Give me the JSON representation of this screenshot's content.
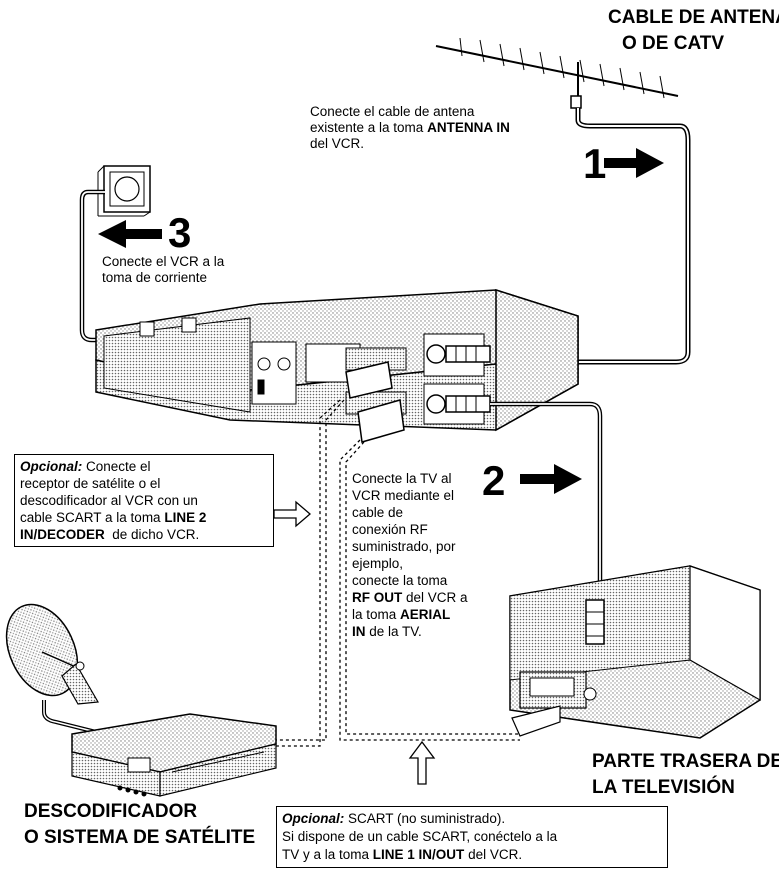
{
  "labels": {
    "antenna_title_line1": "CABLE DE ANTENA",
    "antenna_title_line2": "O DE CATV",
    "tv_title_line1": "PARTE TRASERA DE",
    "tv_title_line2": "LA TELEVISIÓN",
    "decoder_title_line1": "DESCODIFICADOR",
    "decoder_title_line2": "O SISTEMA DE SATÉLITE"
  },
  "steps": [
    {
      "number": "1",
      "text_a": "Conecte el cable de antena",
      "text_b": "existente a la toma ",
      "text_bold": "ANTENNA IN",
      "text_c": "del VCR."
    },
    {
      "number": "2",
      "lines": [
        "Conecte la TV al",
        "VCR mediante el",
        "cable de",
        "conexión RF",
        "suministrado, por",
        "ejemplo,",
        "conecte la toma"
      ],
      "bold_1": "RF OUT",
      "after_1": " del VCR a",
      "before_2": "la toma ",
      "bold_2": "AERIAL",
      "bold_3": "IN",
      "after_3": " de la TV."
    },
    {
      "number": "3",
      "line1": "Conecte el VCR a la",
      "line2": "toma de corriente"
    }
  ],
  "optional_left": {
    "lead": "Opcional:",
    "line1": " Conecte el",
    "line2": "receptor de satélite o el",
    "line3": "descodificador al VCR con un",
    "line4a": "cable SCART a la toma ",
    "line4b": "LINE 2",
    "line5a": "IN/DECODER",
    "line5b": "  de dicho VCR."
  },
  "optional_bottom": {
    "lead": "Opcional:",
    "line1": " SCART (no suministrado).",
    "line2": "Si dispone de un cable SCART, conéctelo a la",
    "line3a": "TV y a la toma ",
    "line3b": "LINE 1 IN/OUT",
    "line3c": " del VCR."
  },
  "icons": [
    "antenna-icon",
    "power-outlet-icon",
    "vcr-rear-panel",
    "television-rear",
    "satellite-dish-icon",
    "decoder-box",
    "arrow-right-icon",
    "arrow-left-icon",
    "arrow-up-icon"
  ]
}
